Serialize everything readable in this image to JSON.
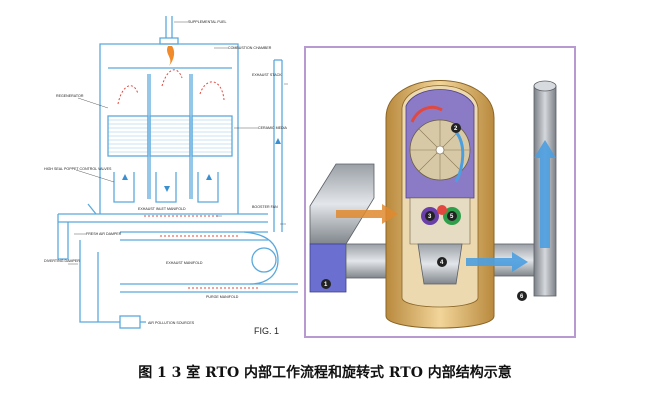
{
  "left_figure": {
    "labels": {
      "supplemental_fuel": "SUPPLEMENTAL FUEL",
      "combustion_chamber": "COMBUSTION CHAMBER",
      "exhaust_stack": "EXHAUST STACK",
      "regenerator": "REGENERATOR",
      "ceramic_media": "CERAMIC MEDIA",
      "high_seal_valves": "HIGH SEAL POPPET CONTROL VALVES",
      "exhaust_manifold_upper": "EXHAUST INLET MANIFOLD",
      "booster_fan": "BOOSTER FAN",
      "fresh_air_damper": "FRESH AIR DAMPER",
      "diverting_damper": "DIVERTING DAMPER",
      "exhaust_manifold_lower": "EXHAUST MANIFOLD",
      "purge_manifold": "PURGE MANIFOLD",
      "air_pollution_sources": "AIR POLLUTION SOURCES",
      "fig_label": "FIG. 1"
    }
  },
  "right_figure": {
    "numbers": [
      "1",
      "2",
      "3",
      "4",
      "5",
      "6"
    ]
  },
  "caption": "图 1   3 室 RTO 内部工作流程和旋转式 RTO 内部结构示意"
}
